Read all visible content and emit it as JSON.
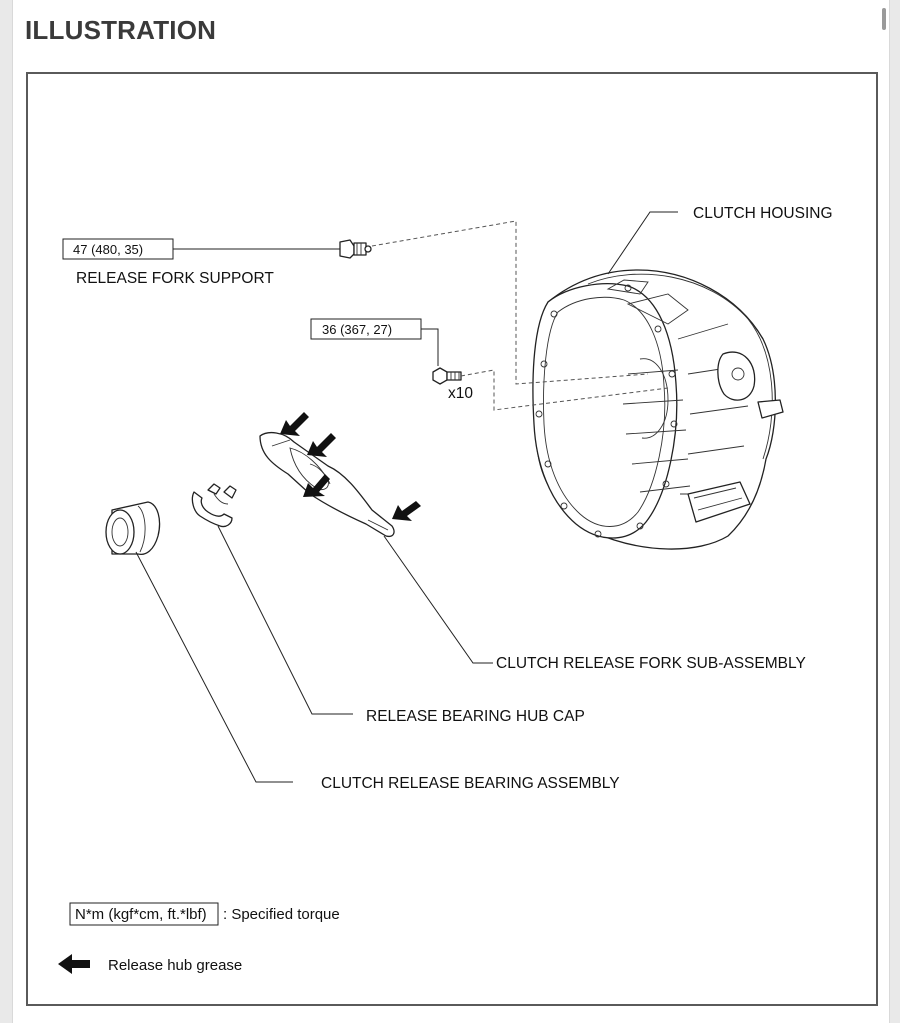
{
  "heading": "ILLUSTRATION",
  "diagram": {
    "torque_release_fork_support": "47 (480, 35)",
    "label_release_fork_support": "RELEASE FORK SUPPORT",
    "label_clutch_housing": "CLUTCH HOUSING",
    "torque_housing_bolt": "36 (367, 27)",
    "bolt_quantity": "x10",
    "label_release_fork": "CLUTCH RELEASE FORK SUB-ASSEMBLY",
    "label_hub_cap": "RELEASE BEARING HUB CAP",
    "label_bearing": "CLUTCH RELEASE BEARING ASSEMBLY"
  },
  "legend": {
    "torque_unit_box": "N*m (kgf*cm, ft.*lbf)",
    "torque_desc": ": Specified torque",
    "grease_desc": "Release hub grease",
    "grease_arrow_icon": "left-arrow-icon"
  }
}
